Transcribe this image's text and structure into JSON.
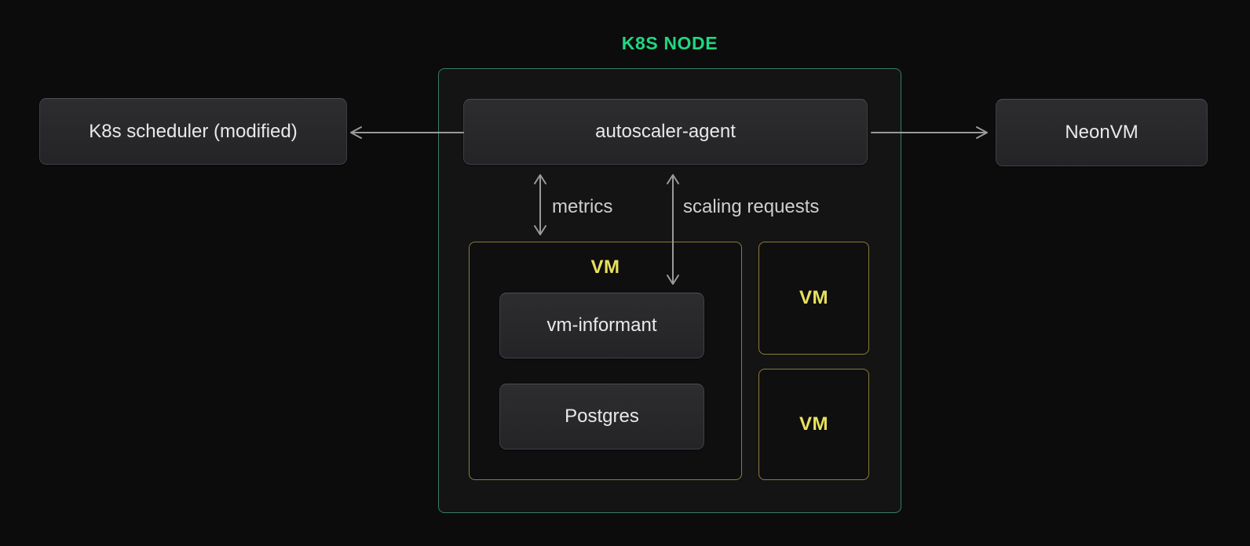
{
  "title": "K8S NODE",
  "colors": {
    "bg": "#0c0c0d",
    "node_bg": "#131413",
    "green_accent": "#20d77f",
    "green_border": "#3a7d63",
    "yellow_border": "#8a7d3b",
    "yellow_text": "#e9e25c",
    "panel_border": "#3f3f44",
    "panel_bg_top": "#2d2d30",
    "panel_bg_bottom": "#242427",
    "text_light": "#e9e9ea",
    "arrow_gray": "#9a9a9a",
    "label_gray": "#cfcfd1"
  },
  "external": {
    "scheduler_label": "K8s scheduler (modified)",
    "neonvm_label": "NeonVM"
  },
  "node": {
    "agent_label": "autoscaler-agent",
    "metrics_label": "metrics",
    "scaling_label": "scaling requests",
    "main_vm": {
      "label": "VM",
      "children": [
        "vm-informant",
        "Postgres"
      ]
    },
    "vms": [
      "VM",
      "VM"
    ]
  }
}
